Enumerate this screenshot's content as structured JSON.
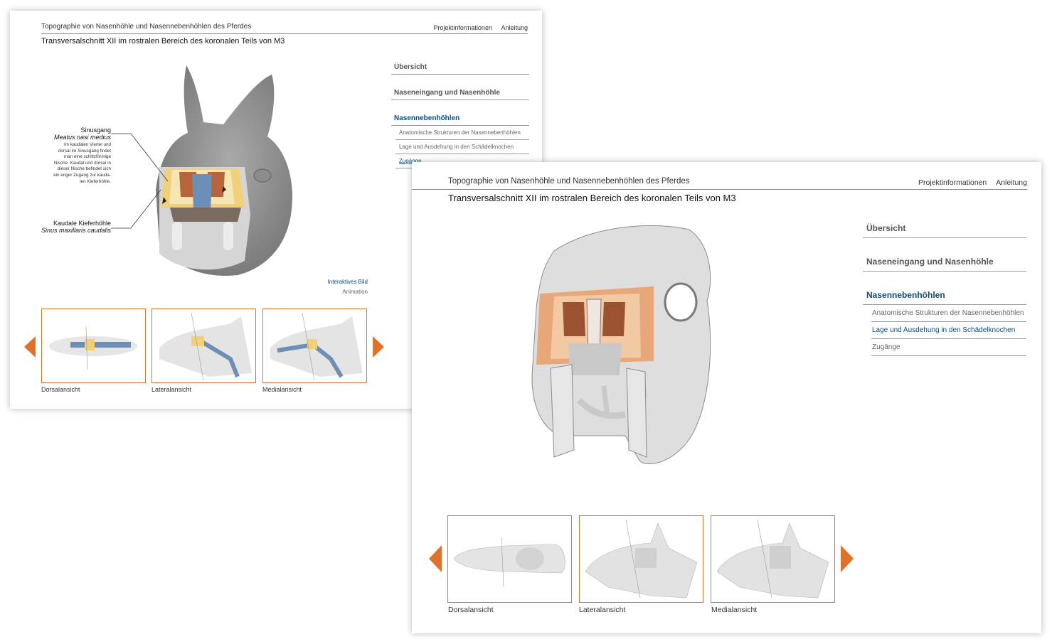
{
  "app_title": "Topographie von Nasenhöhle und Nasennebenhöhlen des Pferdes",
  "header_links": [
    "Projektinformationen",
    "Anleitung"
  ],
  "page_title": "Transversalschnitt XII im rostralen Bereich des koronalen Teils von M3",
  "nav": {
    "sections": [
      "Übersicht",
      "Naseneingang und Nasenhöhle",
      "Nasennebenhöhlen"
    ],
    "subitems": [
      "Anatomische Strukturen der Nasennebenhöhlen",
      "Lage und Ausdehung in den Schädelknochen",
      "Zugänge"
    ]
  },
  "thumbnails": [
    "Dorsalansicht",
    "Lateralansicht",
    "Medialansicht"
  ],
  "annotations": {
    "sinusgang_title": "Sinusgang",
    "sinusgang_latin": "Meatus nasi medius",
    "sinusgang_lines": [
      "Im kaudalen Viertel und",
      "dorsal im Sinusgang findet",
      "man eine schlitzförmige",
      "Nische. Kaudal und dorsal in",
      "dieser Nische befindet sich",
      "ein enger Zugang zur kauda-",
      "len Kieferhöhle."
    ],
    "kiefer_title": "Kaudale Kieferhöhle",
    "kiefer_latin": "Sinus maxillaris caudalis"
  },
  "media_links": {
    "interactive": "Interaktives Bild",
    "animation": "Animation"
  },
  "colors": {
    "accent": "#e0702a",
    "active_nav": "#0b4d7c",
    "rule": "#9a9a9a"
  }
}
